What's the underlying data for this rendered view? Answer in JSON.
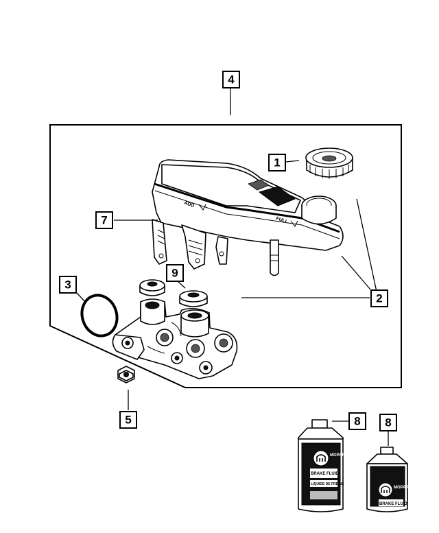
{
  "callouts": {
    "c1": "1",
    "c2": "2",
    "c3": "3",
    "c4": "4",
    "c5": "5",
    "c7": "7",
    "c8a": "8",
    "c8b": "8",
    "c9": "9"
  },
  "reservoir_marks": {
    "add": "ADD",
    "full": "FULL"
  },
  "bottle_large": {
    "brand": "MOPAR",
    "line1": "BRAKE FLUID",
    "line2": "LIQUIDE DE FREINS"
  },
  "bottle_small": {
    "brand": "MOPAR",
    "line1": "BRAKE FLUID"
  }
}
